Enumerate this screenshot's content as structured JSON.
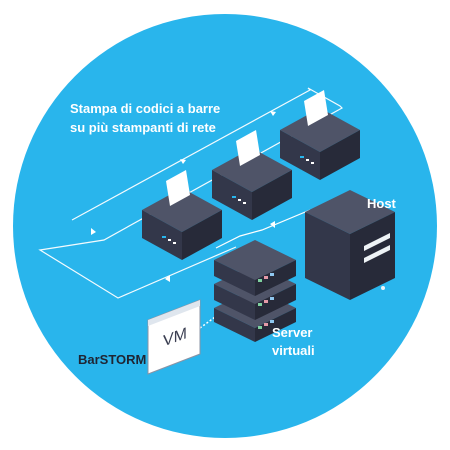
{
  "labels": {
    "title_line1": "Stampa di codici a barre",
    "title_line2": "su più stampanti di rete",
    "host": "Host",
    "server_line1": "Server",
    "server_line2": "virtuali",
    "barstorm": "BarSTORM",
    "vm": "VM"
  },
  "nodes": {
    "printers": [
      "printer",
      "printer",
      "printer"
    ],
    "host": "host-tower",
    "virtual_servers": [
      "server-unit",
      "server-unit",
      "server-unit"
    ],
    "vm_window": "vm-window"
  },
  "colors": {
    "circle_background": "#29b5ec",
    "circle_border": "#ffffff",
    "device_dark": "#3b3f52",
    "device_top": "#4f5468",
    "paper": "#ffffff",
    "connector_line": "#ffffff",
    "barstorm_label": "#1f2533"
  }
}
